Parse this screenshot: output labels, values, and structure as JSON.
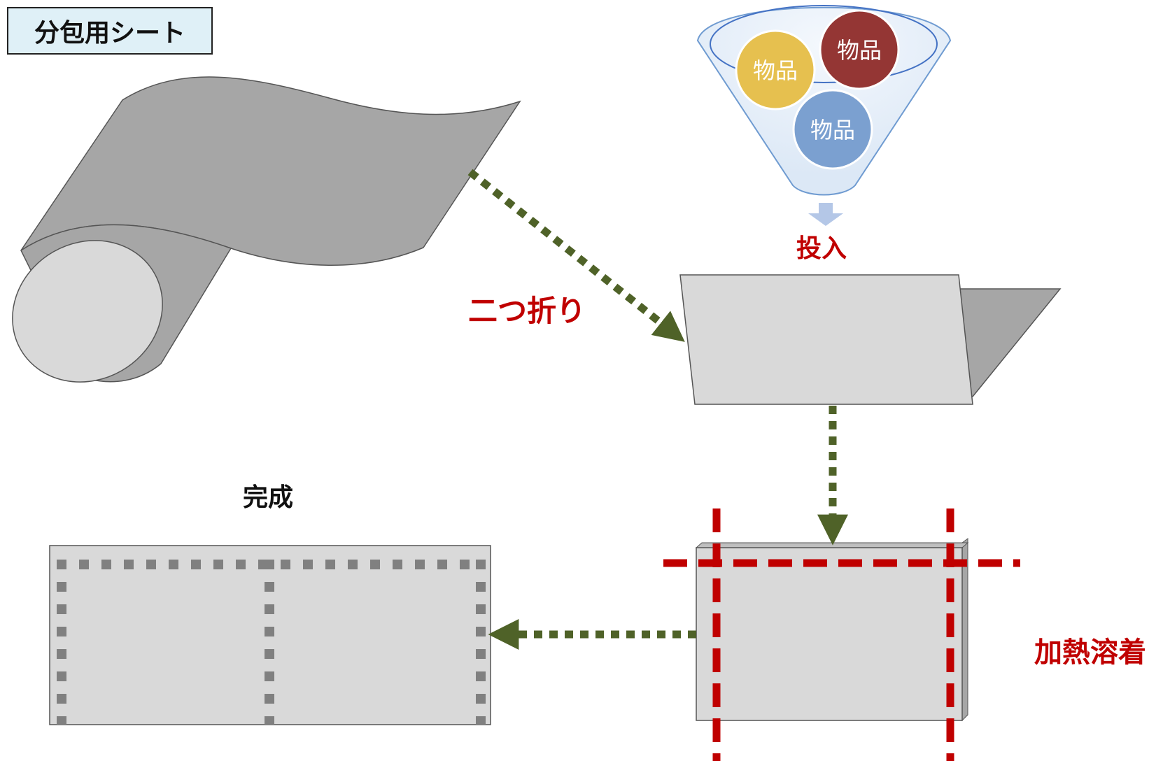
{
  "title": "分包用シート",
  "labels": {
    "fold": "二つ折り",
    "insert": "投入",
    "seal": "加熱溶着",
    "done": "完成"
  },
  "funnel": {
    "items": [
      {
        "label": "物品",
        "color": "#e6b800"
      },
      {
        "label": "物品",
        "color": "#943634"
      },
      {
        "label": "物品",
        "color": "#6f9bd1"
      }
    ]
  },
  "colors": {
    "sheet": "#a6a6a6",
    "panel": "#d9d9d9",
    "flow_arrow": "#4f6228",
    "seal_line": "#c00000",
    "seam_dots": "#808080",
    "down_arrow": "#b4c7e7"
  }
}
